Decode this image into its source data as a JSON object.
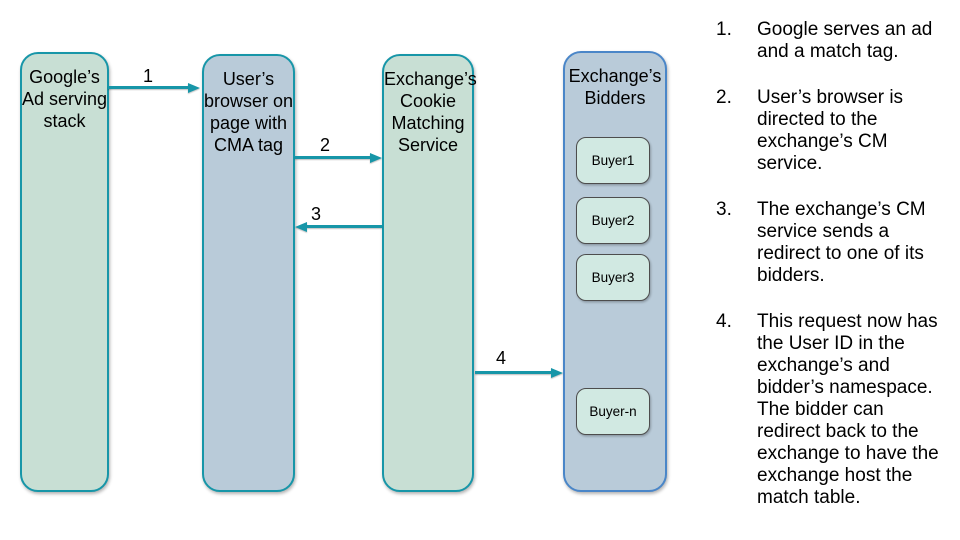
{
  "diagram": {
    "columns": [
      {
        "label": "Google’s\nAd serving\nstack"
      },
      {
        "label": "User’s\nbrowser on\npage with\nCMA tag"
      },
      {
        "label": "Exchange’s\nCookie\nMatching\nService"
      },
      {
        "label": "Exchange’s\nBidders"
      }
    ],
    "buyers": [
      "Buyer1",
      "Buyer2",
      "Buyer3",
      "Buyer-n"
    ],
    "arrows": [
      {
        "label": "1",
        "direction": "right",
        "from": "googles-ad-serving-stack",
        "to": "users-browser"
      },
      {
        "label": "2",
        "direction": "right",
        "from": "users-browser",
        "to": "exchange-cookie-matching-service"
      },
      {
        "label": "3",
        "direction": "left",
        "from": "exchange-cookie-matching-service",
        "to": "users-browser"
      },
      {
        "label": "4",
        "direction": "right",
        "from": "exchange-cookie-matching-service",
        "to": "exchange-bidders"
      }
    ]
  },
  "steps": [
    {
      "number": "1.",
      "text": "Google serves an ad and a match tag."
    },
    {
      "number": "2.",
      "text": "User’s browser is directed to the exchange’s CM service."
    },
    {
      "number": "3.",
      "text": "The exchange’s CM service sends a redirect to one of its bidders."
    },
    {
      "number": "4.",
      "text": "This request now has the User ID in the exchange’s and bidder’s namespace. The bidder can redirect back to the exchange to have the exchange host the match table."
    }
  ],
  "colors": {
    "accent_teal": "#1796a8",
    "node_green_fill": "#c8dfd4",
    "node_blue_fill": "#b9cbd9",
    "bidders_border_blue": "#4a86c8",
    "buyer_fill": "#d1e9e2",
    "buyer_border": "#4d4d4d",
    "text": "#000000"
  }
}
